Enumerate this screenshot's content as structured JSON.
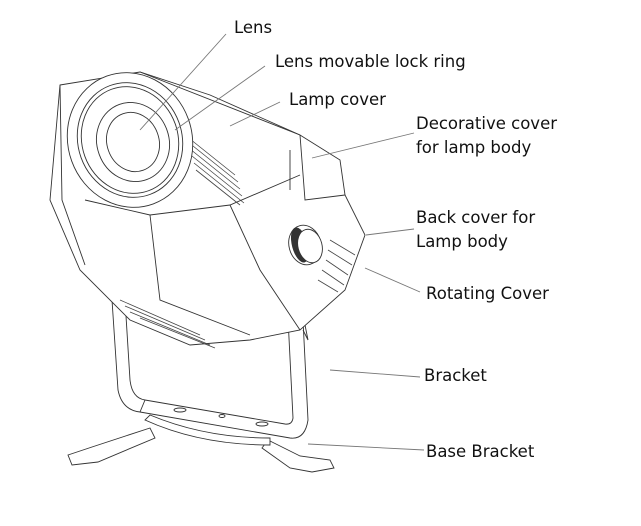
{
  "diagram": {
    "subject": "Projection lamp exploded-label drawing",
    "labels": [
      {
        "id": "lens",
        "text": "Lens"
      },
      {
        "id": "lock-ring",
        "text": "Lens movable lock ring"
      },
      {
        "id": "lamp-cover",
        "text": "Lamp cover"
      },
      {
        "id": "decorative-cover",
        "lines": [
          "Decorative cover",
          "for lamp body"
        ]
      },
      {
        "id": "back-cover",
        "lines": [
          "Back cover for",
          "Lamp body"
        ]
      },
      {
        "id": "rotating-cover",
        "text": "Rotating Cover"
      },
      {
        "id": "bracket",
        "text": "Bracket"
      },
      {
        "id": "base-bracket",
        "text": "Base Bracket"
      }
    ]
  }
}
